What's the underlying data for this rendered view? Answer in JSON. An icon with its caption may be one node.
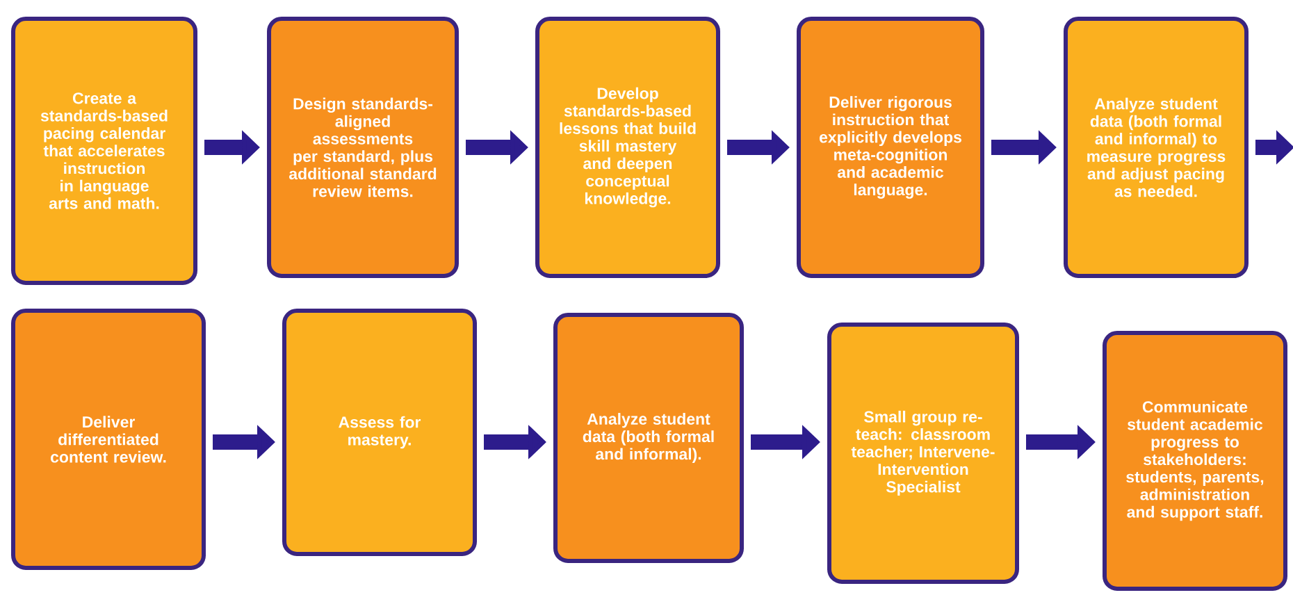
{
  "diagram": {
    "nodes": [
      {
        "text": [
          "Create a standards-based pacing calendar that accelerates instruction in language arts and math."
        ]
      },
      {
        "text": [
          "Design standards-aligned assessments per standard, plus additional standard review items."
        ]
      },
      {
        "text": [
          "Develop standards-based lessons that build skill mastery and deepen conceptual knowledge."
        ]
      },
      {
        "text": [
          "Deliver rigorous instruction that explicitly develops meta-cognition and academic language."
        ]
      },
      {
        "text": [
          "Analyze student data (both formal and informal) to measure progress and adjust pacing as needed."
        ]
      },
      {
        "text": [
          "Deliver differentiated content review."
        ]
      },
      {
        "text": [
          "Assess for mastery."
        ]
      },
      {
        "text": [
          "Analyze student data (both formal and informal)."
        ]
      },
      {
        "text": [
          "Small group re-teach: classroom teacher; Intervene-Intervention Specialist"
        ]
      },
      {
        "text": [
          "Communicate student academic progress to stakeholders: students, parents, administration and support staff."
        ]
      }
    ],
    "edges": [
      {
        "from": 0,
        "to": 1,
        "arrow": "to"
      },
      {
        "from": 1,
        "to": 2,
        "arrow": "to"
      },
      {
        "from": 2,
        "to": 3,
        "arrow": "to"
      },
      {
        "from": 3,
        "to": 4,
        "arrow": "to"
      },
      {
        "from": 4,
        "to": null,
        "arrow": "to"
      },
      {
        "from": 5,
        "to": 6,
        "arrow": "to"
      },
      {
        "from": 6,
        "to": 7,
        "arrow": "to"
      },
      {
        "from": 7,
        "to": 8,
        "arrow": "to"
      },
      {
        "from": 8,
        "to": 9,
        "arrow": "to"
      }
    ]
  }
}
